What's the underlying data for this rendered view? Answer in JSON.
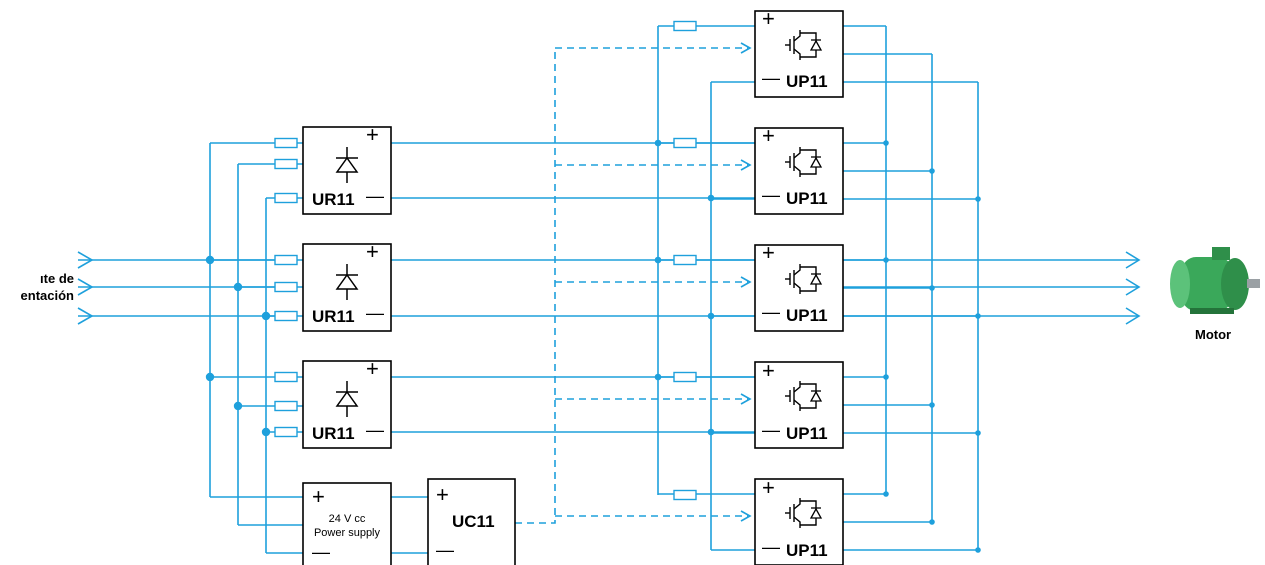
{
  "diagram": {
    "source_label_line1": "ıte de",
    "source_label_line2": "entación",
    "motor_label": "Motor",
    "rectifiers": [
      {
        "label": "UR11",
        "plus": "+",
        "minus": "—"
      },
      {
        "label": "UR11",
        "plus": "+",
        "minus": "—"
      },
      {
        "label": "UR11",
        "plus": "+",
        "minus": "—"
      }
    ],
    "inverters": [
      {
        "label": "UP11",
        "plus": "+",
        "minus": "—"
      },
      {
        "label": "UP11",
        "plus": "+",
        "minus": "—"
      },
      {
        "label": "UP11",
        "plus": "+",
        "minus": "—"
      },
      {
        "label": "UP11",
        "plus": "+",
        "minus": "—"
      },
      {
        "label": "UP11",
        "plus": "+",
        "minus": "—"
      }
    ],
    "power_supply": {
      "line1": "24 V cc",
      "line2": "Power supply",
      "plus": "+",
      "minus": "—"
    },
    "controller": {
      "label": "UC11",
      "plus": "+",
      "minus": "—"
    }
  },
  "colors": {
    "wire": "#1ea0dc",
    "block": "#000000",
    "motor_body": "#3aa85a"
  }
}
